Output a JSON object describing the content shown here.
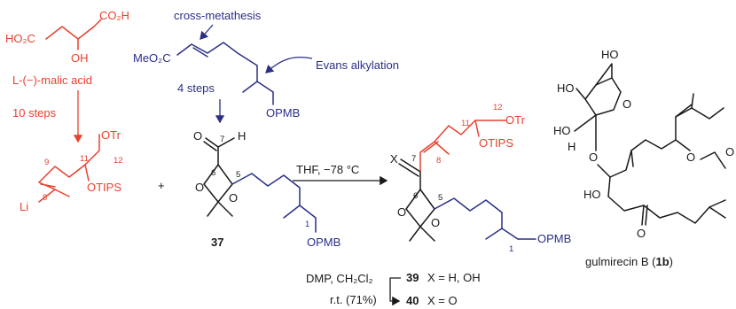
{
  "colors": {
    "red": "#e8412e",
    "blue": "#2b2f86",
    "black": "#1a1a1a"
  },
  "malic": {
    "ho2c": "HO₂C",
    "co2h": "CO₂H",
    "oh": "OH",
    "name": "L-(−)-malic acid",
    "steps": "10 steps"
  },
  "fragment_red": {
    "otr": "OTr",
    "otips": "OTIPS",
    "li": "Li",
    "n9": "9",
    "n11": "11",
    "n12": "12",
    "n8": "8"
  },
  "top_blue": {
    "cross_metathesis": "cross-metathesis",
    "meo2c": "MeO₂C",
    "evans": "Evans alkylation",
    "opmb": "OPMB",
    "steps": "4 steps"
  },
  "aldehyde": {
    "o": "O",
    "h": "H",
    "n7": "7",
    "n6": "6",
    "n5": "5",
    "n1": "1",
    "ring_o1": "O",
    "ring_o2": "O",
    "opmb": "OPMB",
    "label": "37"
  },
  "plus": "+",
  "conditions": {
    "reaction": "THF, −78 °C"
  },
  "product": {
    "x": "X",
    "otr": "OTr",
    "otips": "OTIPS",
    "n7": "7",
    "n8": "8",
    "n11": "11",
    "n12": "12",
    "n6": "6",
    "n5": "5",
    "n1": "1",
    "ring_o1": "O",
    "ring_o2": "O",
    "opmb": "OPMB"
  },
  "oxidation": {
    "reagent": "DMP, CH₂Cl₂",
    "temp_yield": "r.t. (71%)",
    "c39_num": "39",
    "c39_desc": "X = H, OH",
    "c40_num": "40",
    "c40_desc": "X = O"
  },
  "gulmirecin": {
    "ho_top": "HO",
    "ho_left": "HO",
    "ho_mid": "HO",
    "o_ring": "O",
    "h": "H",
    "o_glyco": "O",
    "o_lactone": "O",
    "o_carbonyl": "O",
    "o_ketone": "O",
    "name_prefix": "gulmirecin B (",
    "name_label": "1b",
    "name_suffix": ")"
  }
}
